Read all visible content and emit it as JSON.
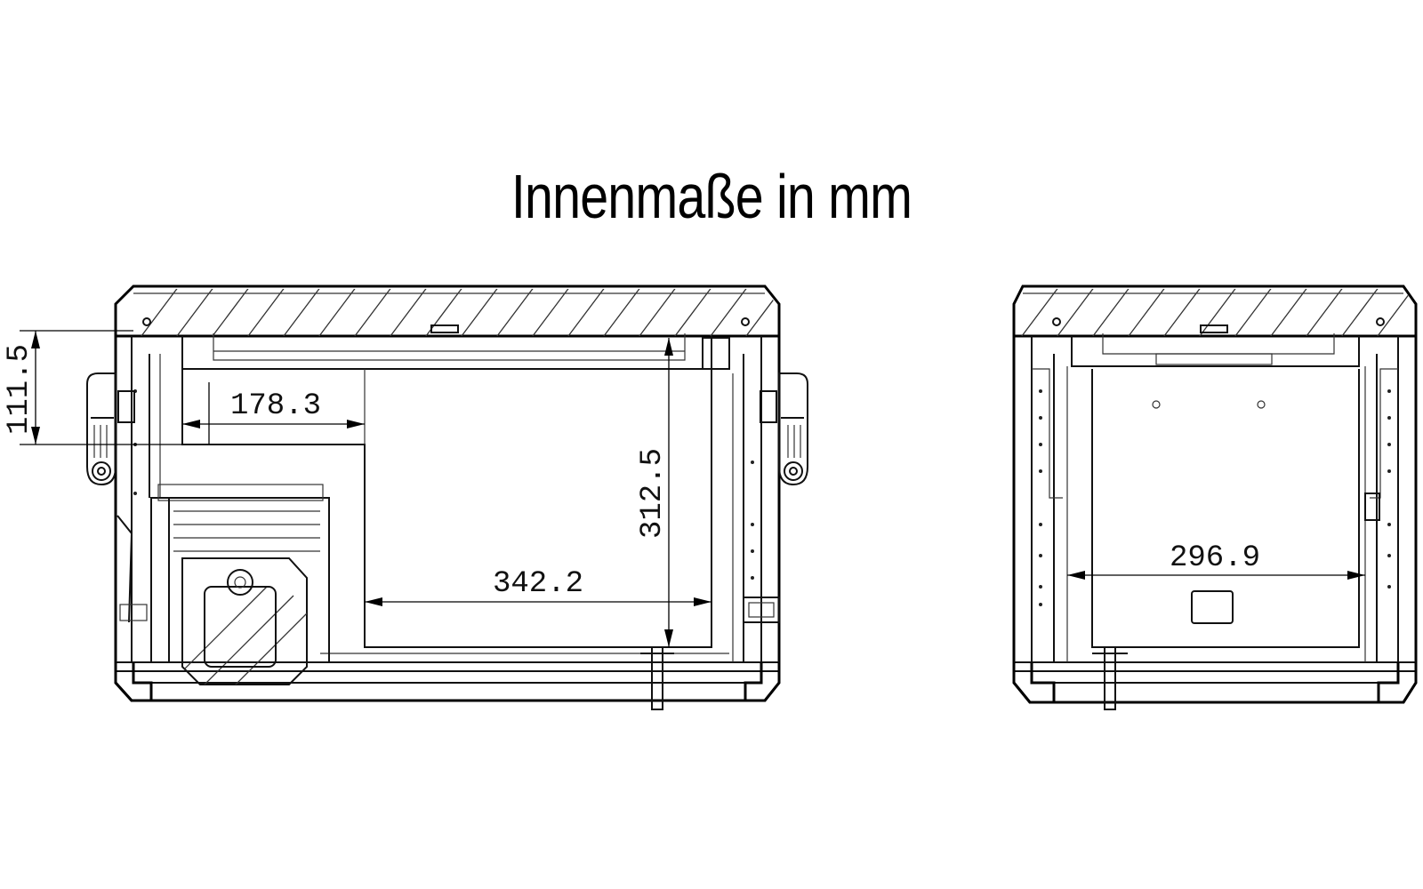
{
  "title": "Innenmaße in mm",
  "dimensions": {
    "front_small_height": "111.5",
    "front_step_width": "178.3",
    "front_inner_height": "312.5",
    "front_inner_width": "342.2",
    "side_inner_width": "296.9"
  },
  "colors": {
    "line": "#111111",
    "background": "#ffffff"
  }
}
